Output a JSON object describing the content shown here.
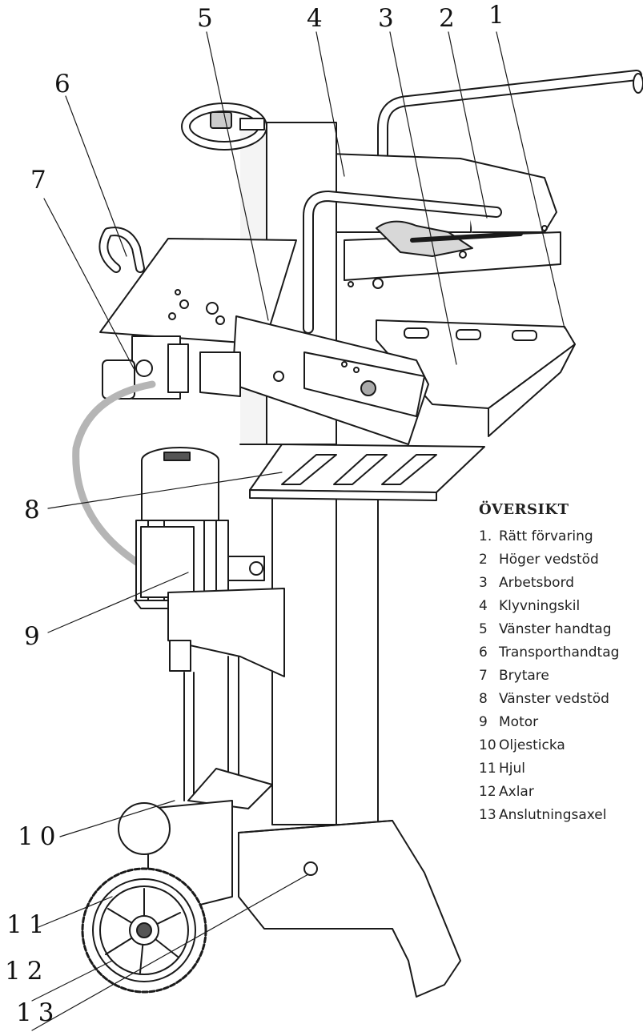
{
  "diagram": {
    "callouts": [
      "1",
      "2",
      "3",
      "4",
      "5",
      "6",
      "7",
      "8",
      "9",
      "10",
      "11",
      "12",
      "13"
    ]
  },
  "legend": {
    "title": "ÖVERSIKT",
    "items": [
      {
        "num": "1.",
        "label": "Rätt förvaring"
      },
      {
        "num": "2",
        "label": "Höger vedstöd"
      },
      {
        "num": "3",
        "label": "Arbetsbord"
      },
      {
        "num": "4",
        "label": "Klyvningskil"
      },
      {
        "num": "5",
        "label": "Vänster handtag"
      },
      {
        "num": "6",
        "label": "Transporthandtag"
      },
      {
        "num": "7",
        "label": "Brytare"
      },
      {
        "num": "8",
        "label": "Vänster vedstöd"
      },
      {
        "num": "9",
        "label": "Motor"
      },
      {
        "num": "10",
        "label": "Oljesticka"
      },
      {
        "num": "11",
        "label": "Hjul"
      },
      {
        "num": "12",
        "label": "Axlar"
      },
      {
        "num": "13",
        "label": "Anslutningsaxel"
      }
    ]
  }
}
